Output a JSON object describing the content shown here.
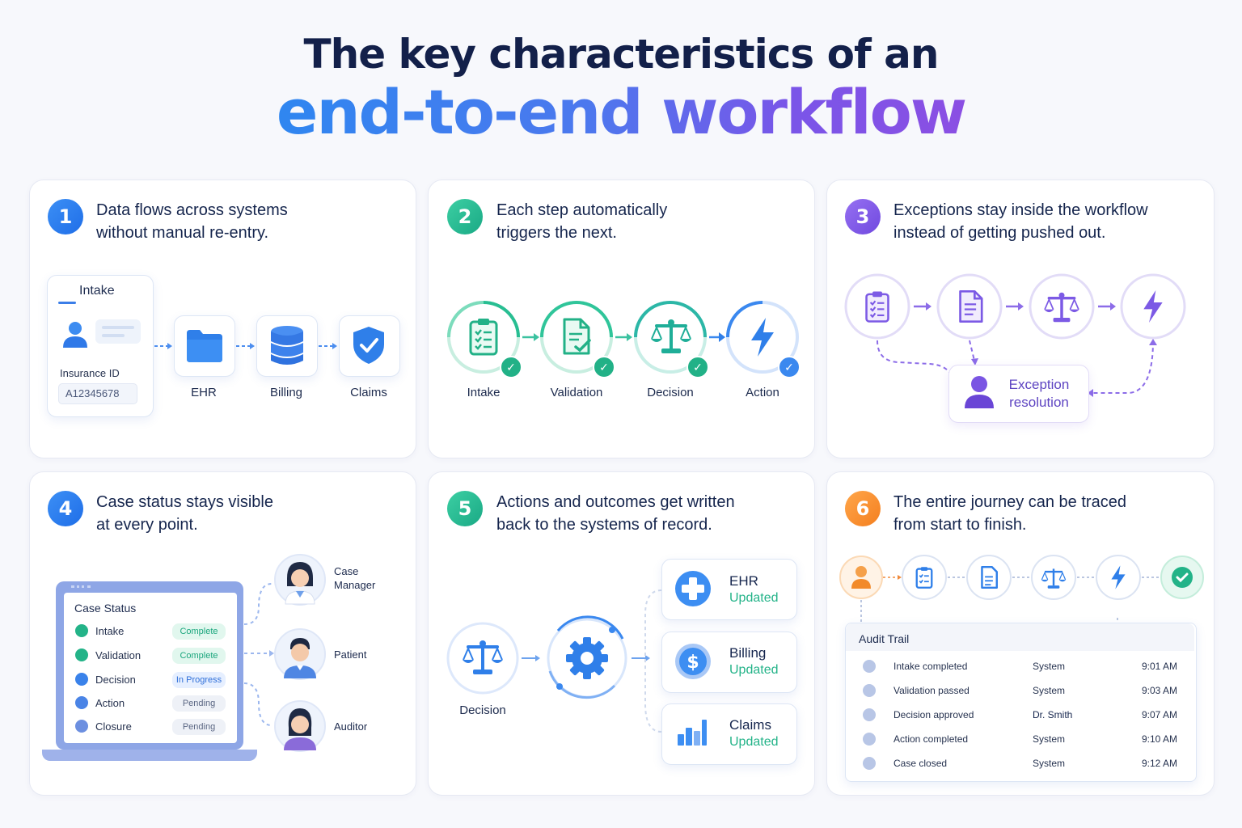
{
  "title": {
    "line1": "The key characteristics of an",
    "line2": "end-to-end workflow"
  },
  "colors": {
    "blue": "#2f86f0",
    "green": "#1fb68e",
    "purple": "#7a55e8",
    "orange": "#f58a2a"
  },
  "panels": [
    {
      "number": "1",
      "title_line1": "Data flows across systems",
      "title_line2": "without manual re-entry.",
      "intake_card": {
        "title": "Intake",
        "field_label": "Insurance ID",
        "field_value": "A12345678"
      },
      "systems": [
        "EHR",
        "Billing",
        "Claims"
      ],
      "icons": [
        "user-icon",
        "folder-icon",
        "database-icon",
        "shield-check-icon"
      ]
    },
    {
      "number": "2",
      "title_line1": "Each step automatically",
      "title_line2": "triggers the next.",
      "steps": [
        "Intake",
        "Validation",
        "Decision",
        "Action"
      ],
      "icons": [
        "clipboard-icon",
        "document-check-icon",
        "scales-icon",
        "lightning-icon"
      ]
    },
    {
      "number": "3",
      "title_line1": "Exceptions stay inside the workflow",
      "title_line2": "instead of getting pushed out.",
      "exception_line1": "Exception",
      "exception_line2": "resolution",
      "icons": [
        "clipboard-icon",
        "document-icon",
        "scales-icon",
        "lightning-icon",
        "user-icon"
      ]
    },
    {
      "number": "4",
      "title_line1": "Case status stays visible",
      "title_line2": "at every point.",
      "case_status_title": "Case Status",
      "rows": [
        {
          "label": "Intake",
          "status": "Complete"
        },
        {
          "label": "Validation",
          "status": "Complete"
        },
        {
          "label": "Decision",
          "status": "In Progress"
        },
        {
          "label": "Action",
          "status": "Pending"
        },
        {
          "label": "Closure",
          "status": "Pending"
        }
      ],
      "people": [
        {
          "line1": "Case",
          "line2": "Manager"
        },
        {
          "line1": "Patient",
          "line2": ""
        },
        {
          "line1": "Auditor",
          "line2": ""
        }
      ]
    },
    {
      "number": "5",
      "title_line1": "Actions and outcomes get written",
      "title_line2": "back to the systems of record.",
      "decision_label": "Decision",
      "records": [
        {
          "name": "EHR",
          "status": "Updated"
        },
        {
          "name": "Billing",
          "status": "Updated"
        },
        {
          "name": "Claims",
          "status": "Updated"
        }
      ]
    },
    {
      "number": "6",
      "title_line1": "The entire journey can be traced",
      "title_line2": "from start to finish.",
      "audit_title": "Audit Trail",
      "audit_rows": [
        {
          "event": "Intake completed",
          "actor": "System",
          "time": "9:01 AM"
        },
        {
          "event": "Validation passed",
          "actor": "System",
          "time": "9:03 AM"
        },
        {
          "event": "Decision approved",
          "actor": "Dr. Smith",
          "time": "9:07 AM"
        },
        {
          "event": "Action completed",
          "actor": "System",
          "time": "9:10 AM"
        },
        {
          "event": "Case closed",
          "actor": "System",
          "time": "9:12 AM"
        }
      ]
    }
  ]
}
